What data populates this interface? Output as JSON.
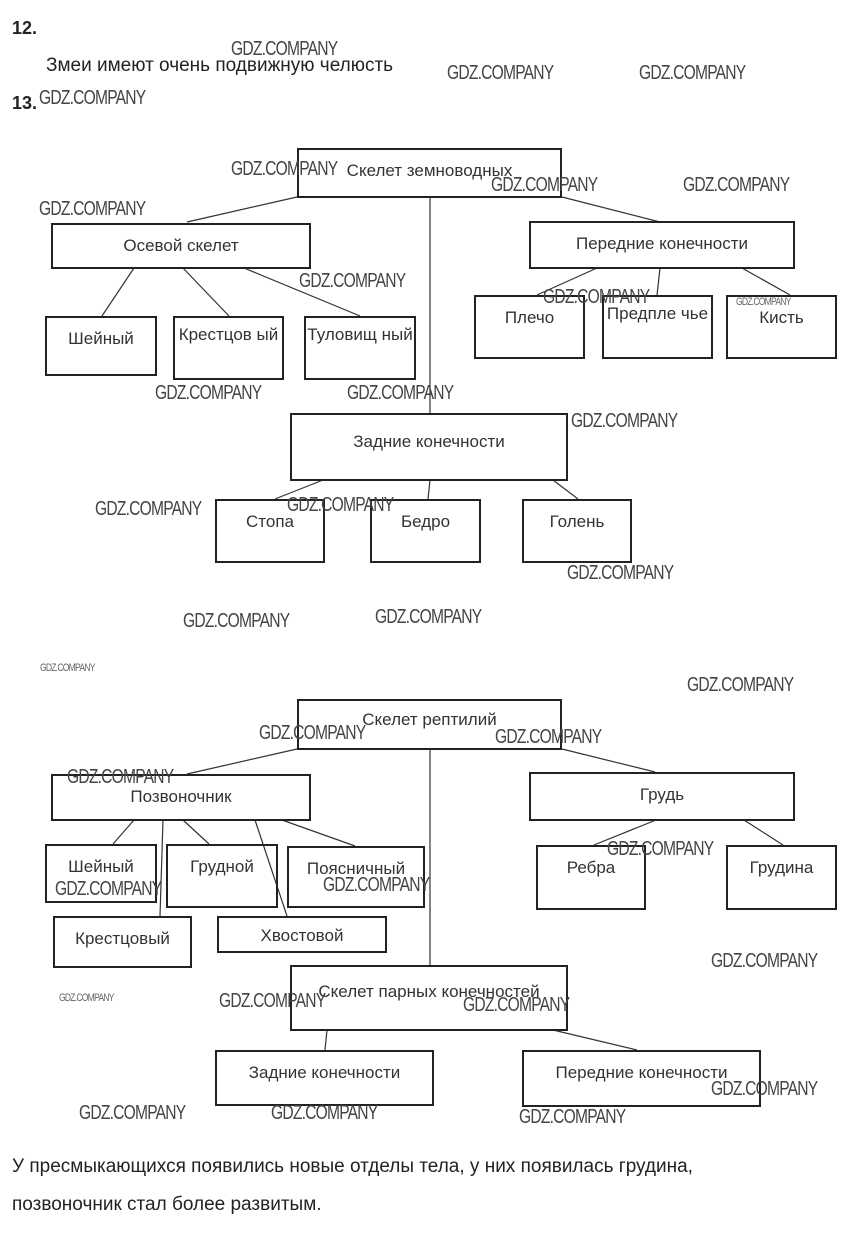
{
  "task12": {
    "number": "12.",
    "answer": "Змеи имеют очень подвижную челюсть"
  },
  "task13": {
    "number": "13.",
    "amphibians": {
      "root": "Скелет земноводных",
      "axial": "Осевой скелет",
      "forelimbs": "Передние конечности",
      "hindlimbs": "Задние конечности",
      "axial_children": [
        "Шейный",
        "Крестцов ый",
        "Туловищ ный"
      ],
      "forelimb_children": [
        "Плечо",
        "Предпле чье",
        "Кисть"
      ],
      "hindlimb_children": [
        "Стопа",
        "Бедро",
        "Голень"
      ]
    },
    "reptiles": {
      "root": "Скелет рептилий",
      "spine": "Позвоночник",
      "chest": "Грудь",
      "paired": "Скелет парных конечностей",
      "spine_children": [
        "Шейный",
        "Грудной",
        "Поясничный",
        "Крестцовый",
        "Хвостовой"
      ],
      "chest_children": [
        "Ребра",
        "Грудина"
      ],
      "paired_children": [
        "Задние конечности",
        "Передние конечности"
      ]
    },
    "conclusion_line1": "У пресмыкающихся появились новые отделы тела, у них появилась грудина,",
    "conclusion_line2": "позвоночник стал более развитым."
  },
  "watermark": "GDZ.COMPANY"
}
